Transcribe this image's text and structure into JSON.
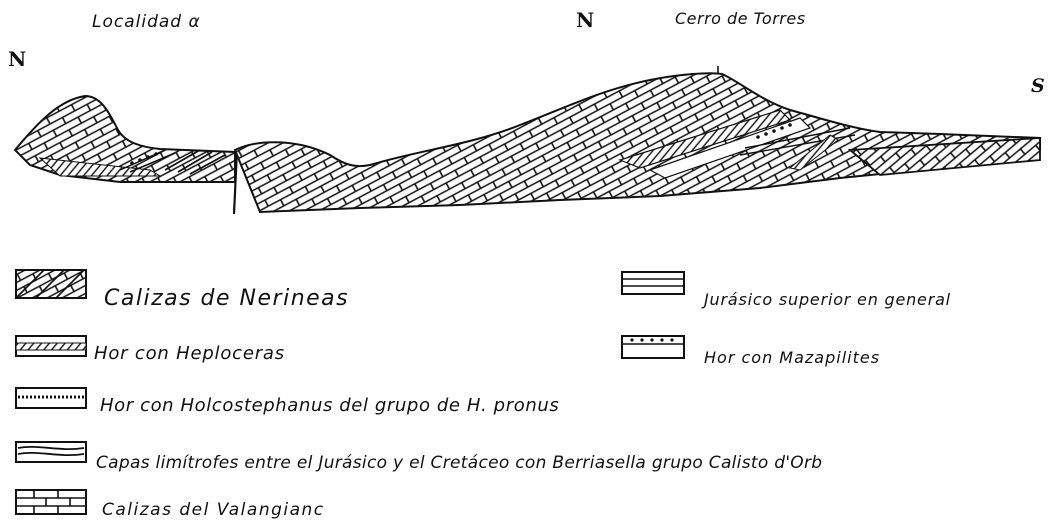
{
  "header": {
    "locality_label": "Localidad α",
    "north_center": "N",
    "hill_label": "Cerro de Torres",
    "north_left": "N",
    "south_right": "S"
  },
  "legend": {
    "items": [
      {
        "key": "calizas-nerineas",
        "label": "Calizas de Nerineas"
      },
      {
        "key": "hor-haploceras",
        "label": "Hor con Heploceras"
      },
      {
        "key": "hor-holcostephanus",
        "label": "Hor con Holcostephanus del grupo de H. pronus"
      },
      {
        "key": "capas-limitrofes",
        "label": "Capas limítrofes entre el Jurásico y el Cretáceo con Berriasella grupo Calisto d'Orb"
      },
      {
        "key": "calizas-valanginiano",
        "label": "Calizas del Valangianc"
      },
      {
        "key": "jurasico-superior",
        "label": "Jurásico superior en general"
      },
      {
        "key": "hor-mazapilites",
        "label": "Hor con Mazapilites"
      }
    ]
  },
  "colors": {
    "ink": "#111111",
    "paper": "#ffffff"
  }
}
